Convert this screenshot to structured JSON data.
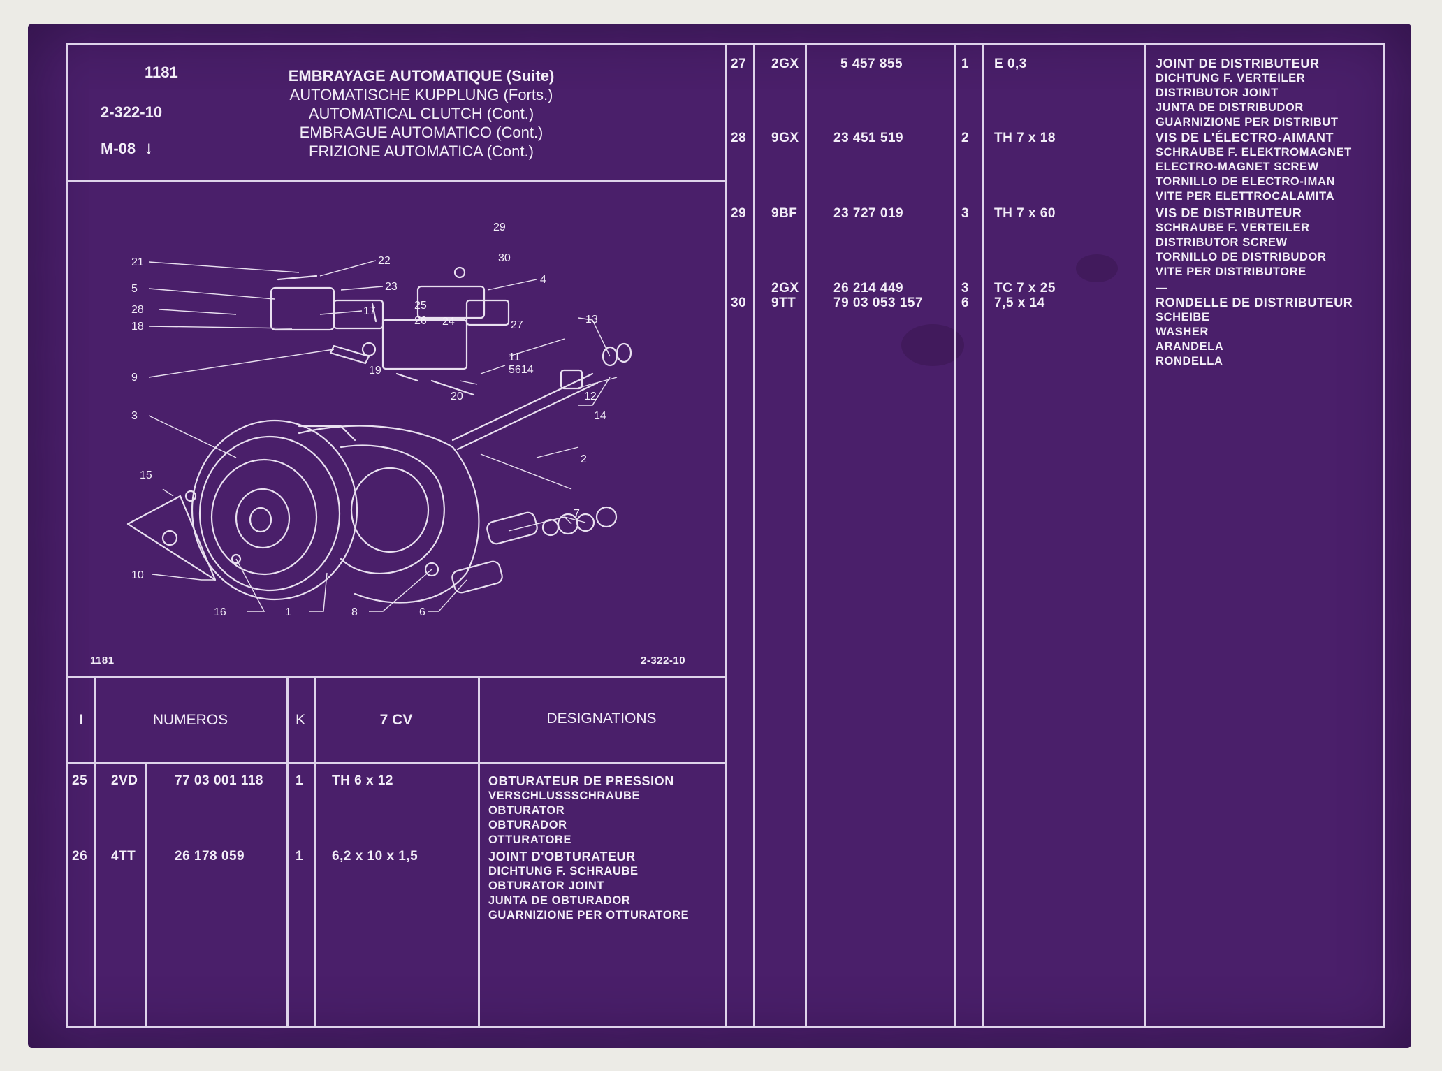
{
  "header": {
    "page_code": "1181",
    "group_code": "2-322-10",
    "model_code": "M-08",
    "titles": [
      "EMBRAYAGE AUTOMATIQUE (Suite)",
      "AUTOMATISCHE KUPPLUNG (Forts.)",
      "AUTOMATICAL CLUTCH (Cont.)",
      "EMBRAGUE AUTOMATICO (Cont.)",
      "FRIZIONE AUTOMATICA (Cont.)"
    ]
  },
  "figure": {
    "caption_left": "1181",
    "caption_right": "2-322-10",
    "callouts": [
      "1",
      "2",
      "3",
      "4",
      "5",
      "6",
      "7",
      "8",
      "9",
      "10",
      "11",
      "12",
      "13",
      "14",
      "15",
      "16",
      "17",
      "18",
      "19",
      "20",
      "21",
      "22",
      "23",
      "24",
      "25",
      "26",
      "27",
      "28",
      "29",
      "30",
      "5614"
    ]
  },
  "table_headers": {
    "index": "I",
    "numbers": "NUMEROS",
    "k": "K",
    "variant": "7 CV",
    "designations": "DESIGNATIONS"
  },
  "rows_left": [
    {
      "index": "25",
      "code": "2VD",
      "part_number": "77 03 001 118",
      "qty": "1",
      "dimension": "TH 6 x 12",
      "designations": [
        "OBTURATEUR DE PRESSION",
        "VERSCHLUSSSCHRAUBE",
        "OBTURATOR",
        "OBTURADOR",
        "OTTURATORE"
      ]
    },
    {
      "index": "26",
      "code": "4TT",
      "part_number": "26 178 059",
      "qty": "1",
      "dimension": "6,2 x 10 x 1,5",
      "designations": [
        "JOINT D'OBTURATEUR",
        "DICHTUNG F. SCHRAUBE",
        "OBTURATOR JOINT",
        "JUNTA DE OBTURADOR",
        "GUARNIZIONE PER OTTURATORE"
      ]
    }
  ],
  "rows_right": [
    {
      "index": "27",
      "code": "2GX",
      "part_number": "5 457 855",
      "qty": "1",
      "dimension": "E 0,3",
      "designations": [
        "JOINT DE DISTRIBUTEUR",
        "DICHTUNG F. VERTEILER",
        "DISTRIBUTOR JOINT",
        "JUNTA DE DISTRIBUDOR",
        "GUARNIZIONE PER DISTRIBUT"
      ]
    },
    {
      "index": "28",
      "code": "9GX",
      "part_number": "23 451 519",
      "qty": "2",
      "dimension": "TH 7 x 18",
      "designations": [
        "VIS DE L'ÉLECTRO-AIMANT",
        "SCHRAUBE F. ELEKTROMAGNET",
        "ELECTRO-MAGNET SCREW",
        "TORNILLO DE ELECTRO-IMAN",
        "VITE PER ELETTROCALAMITA"
      ]
    },
    {
      "index": "29",
      "code": "9BF",
      "part_number": "23 727 019",
      "qty": "3",
      "dimension": "TH 7 x 60",
      "designations": [
        "VIS DE DISTRIBUTEUR",
        "SCHRAUBE F. VERTEILER",
        "DISTRIBUTOR SCREW",
        "TORNILLO DE DISTRIBUDOR",
        "VITE PER DISTRIBUTORE"
      ]
    },
    {
      "index": "30",
      "code": "2GX",
      "part_number": "26 214 449",
      "qty": "3",
      "dimension": "TC 7 x 25",
      "code_2": "9TT",
      "part_number_2": "79 03 053 157",
      "qty_2": "6",
      "dimension_2": "7,5 x 14",
      "dash": "—",
      "designations": [
        "RONDELLE DE DISTRIBUTEUR",
        "SCHEIBE",
        "WASHER",
        "ARANDELA",
        "RONDELLA"
      ]
    }
  ],
  "colors": {
    "background": "#4a1f6a",
    "lines": "#ded3ea",
    "text": "#f3eef8",
    "frame": "#ecebe6"
  }
}
